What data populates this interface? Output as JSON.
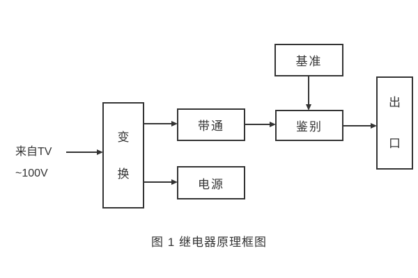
{
  "diagram": {
    "source_label": {
      "line1": "来自TV",
      "line2": "~100V"
    },
    "blocks": {
      "transform": {
        "chars": [
          "变",
          "换"
        ]
      },
      "bandpass": {
        "label": "带通"
      },
      "power": {
        "label": "电源"
      },
      "reference": {
        "label": "基准"
      },
      "discriminator": {
        "label": "鉴别"
      },
      "outlet": {
        "chars": [
          "出",
          "口"
        ]
      }
    },
    "caption": "图 1 继电器原理框图"
  },
  "colors": {
    "line": "#333333",
    "background": "#ffffff",
    "text": "#333333"
  }
}
